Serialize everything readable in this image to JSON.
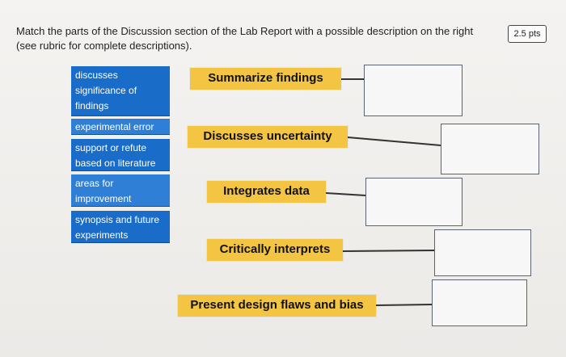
{
  "question": {
    "text": "Match the parts of the Discussion section of the Lab Report with a possible description on the right (see rubric for complete descriptions).",
    "points": "2.5 pts"
  },
  "options": [
    "discusses significance of findings",
    "experimental error",
    "support or refute based on literature",
    "areas for improvement",
    "synopsis and future experiments"
  ],
  "descriptions": [
    "Summarize findings",
    "Discusses uncertainty",
    "Integrates data",
    "Critically interprets",
    "Present design flaws and bias"
  ]
}
